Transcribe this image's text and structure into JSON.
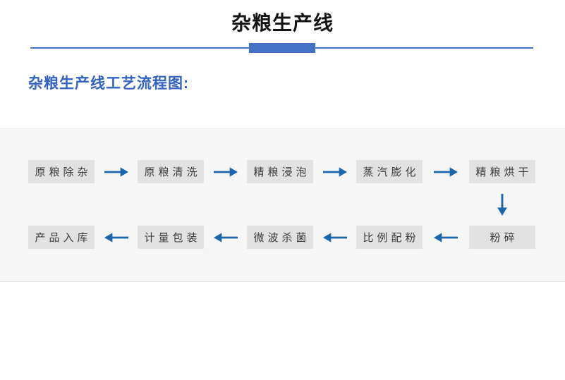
{
  "page": {
    "title": "杂粮生产线",
    "subtitle": "杂粮生产线工艺流程图:"
  },
  "colors": {
    "divider_blue": "#4472c4",
    "subtitle_blue": "#3263c3",
    "arrow_blue": "#1b67ae",
    "panel_bg": "#f6f6f7",
    "box_bg": "#e2e2e2",
    "box_text": "#3d3d3d",
    "title_text": "#141414"
  },
  "icons": {
    "arrow_right": "→",
    "arrow_left": "←",
    "arrow_down": "↓"
  },
  "flowchart": {
    "top_row": {
      "direction": "left-to-right",
      "steps": [
        "原粮除杂",
        "原粮清洗",
        "精粮浸泡",
        "蒸汽膨化",
        "精粮烘干"
      ]
    },
    "connector": "down",
    "bottom_row": {
      "direction": "right-to-left",
      "steps_as_displayed": [
        "产品入库",
        "计量包装",
        "微波杀菌",
        "比例配粉",
        "粉碎"
      ]
    },
    "process_order": [
      "原粮除杂",
      "原粮清洗",
      "精粮浸泡",
      "蒸汽膨化",
      "精粮烘干",
      "粉碎",
      "比例配粉",
      "微波杀菌",
      "计量包装",
      "产品入库"
    ]
  }
}
